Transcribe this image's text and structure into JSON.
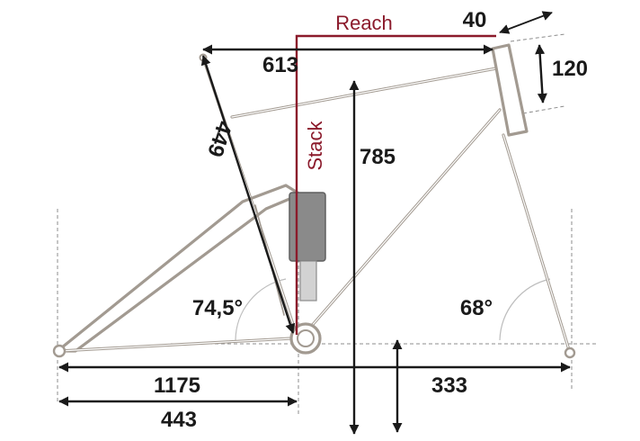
{
  "labels": {
    "reach": "Reach",
    "stack": "Stack",
    "top_length": "613",
    "head_offset": "40",
    "head_tube": "120",
    "seat_tube": "449",
    "stack_height": "785",
    "seat_angle": "74,5°",
    "head_angle": "68°",
    "wheelbase": "1175",
    "chainstay": "443",
    "bb_drop": "333"
  },
  "colors": {
    "frame": "#a29a91",
    "dimension": "#1a1a1a",
    "reach_stack": "#8b1a2b",
    "shock": "#6f6f6f"
  }
}
